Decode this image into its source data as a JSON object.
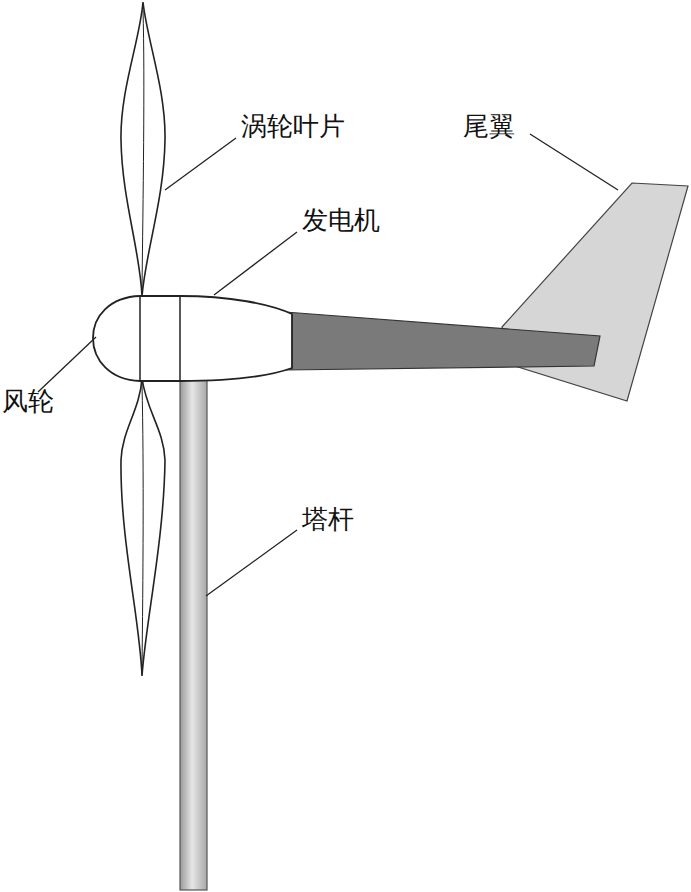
{
  "diagram": {
    "labels": [
      "涡轮叶片",
      "尾翼",
      "发电机",
      "风轮",
      "塔杆"
    ]
  }
}
